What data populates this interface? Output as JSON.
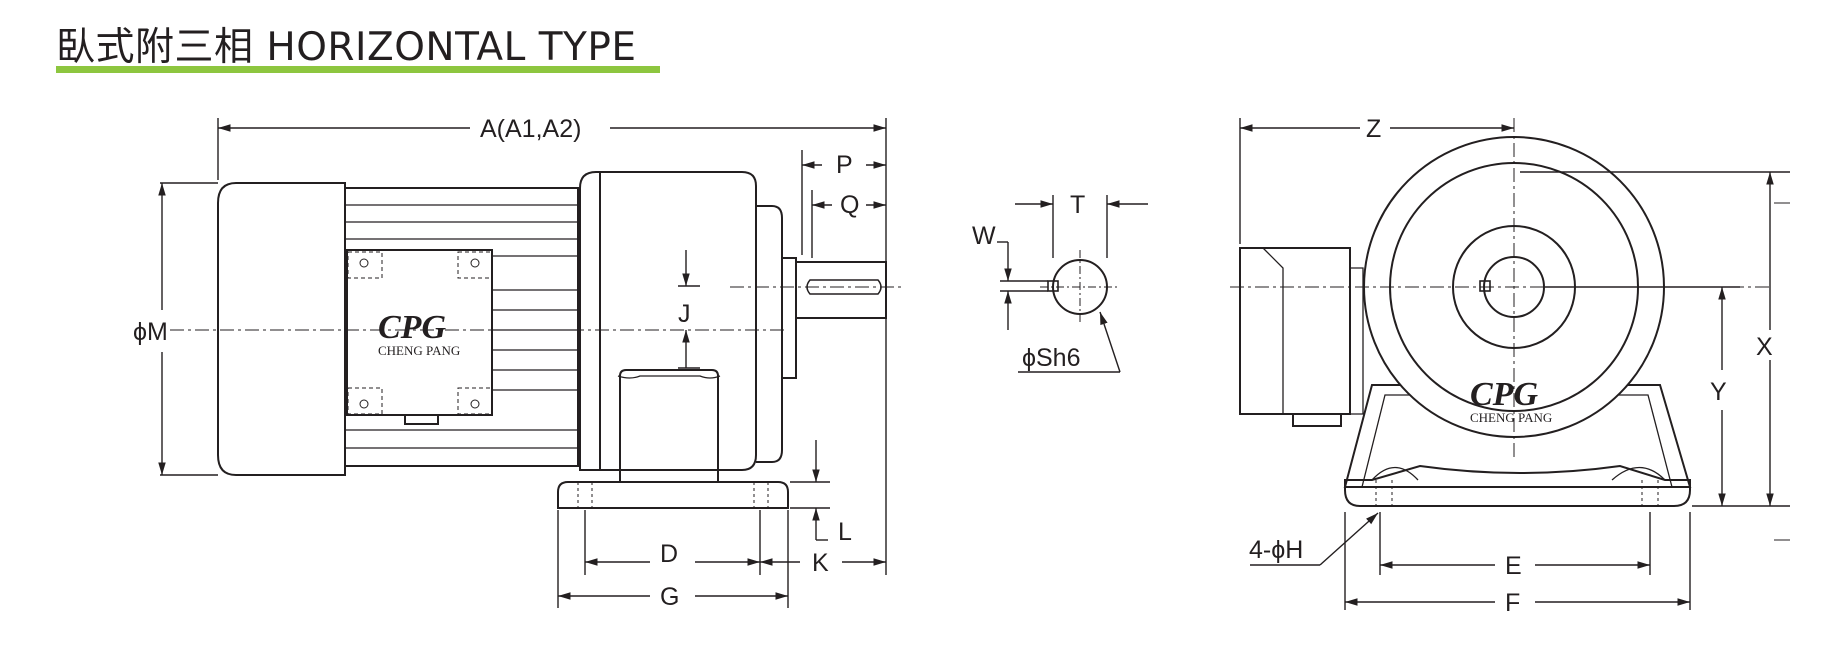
{
  "header": {
    "title": "臥式附三相 HORIZONTAL TYPE",
    "accent_color": "#8dc63f"
  },
  "brand": {
    "logo": "CPG",
    "name": "CHENG PANG"
  },
  "dimensions": {
    "A": "A(A1,A2)",
    "P": "P",
    "Q": "Q",
    "M": "ϕM",
    "J": "J",
    "L": "L",
    "D": "D",
    "K": "K",
    "G": "G",
    "T": "T",
    "W": "W",
    "S": "ϕSh6",
    "Z": "Z",
    "X": "X",
    "Y": "Y",
    "H": "4-ϕH",
    "E": "E",
    "F": "F"
  }
}
